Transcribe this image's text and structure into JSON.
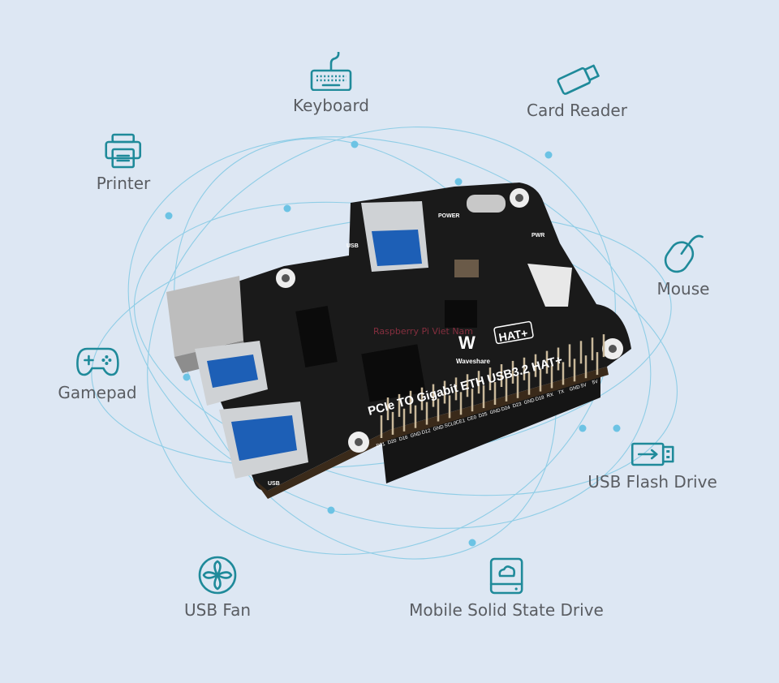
{
  "devices": [
    {
      "label": "Keyboard",
      "icon": "keyboard-icon"
    },
    {
      "label": "Card Reader",
      "icon": "card-reader-icon"
    },
    {
      "label": "Printer",
      "icon": "printer-icon"
    },
    {
      "label": "Mouse",
      "icon": "mouse-icon"
    },
    {
      "label": "Gamepad",
      "icon": "gamepad-icon"
    },
    {
      "label": "USB Flash Drive",
      "icon": "usb-flash-drive-icon"
    },
    {
      "label": "USB Fan",
      "icon": "fan-icon"
    },
    {
      "label": "Mobile Solid State Drive",
      "icon": "ssd-icon"
    }
  ],
  "board": {
    "brand": "Waveshare",
    "badge": "HAT+",
    "title": "PCIe TO Gigabit ETH USB3.2 HAT+",
    "power_label": "POWER",
    "pwr_label": "PWR",
    "usb_label": "USB",
    "watermark": "Raspberry Pi Viet Nam",
    "pin_labels": [
      "D21",
      "D20",
      "D16",
      "GND",
      "D12",
      "GND",
      "SCL0",
      "CE1",
      "CE0",
      "D25",
      "GND",
      "D24",
      "D23",
      "GND",
      "D18",
      "RX",
      "TX",
      "GND",
      "5V",
      "5V"
    ]
  },
  "colors": {
    "background": "#dde7f3",
    "icon": "#1f8a9a",
    "orbit": "#7cc7e2",
    "text": "#5a5d62"
  }
}
